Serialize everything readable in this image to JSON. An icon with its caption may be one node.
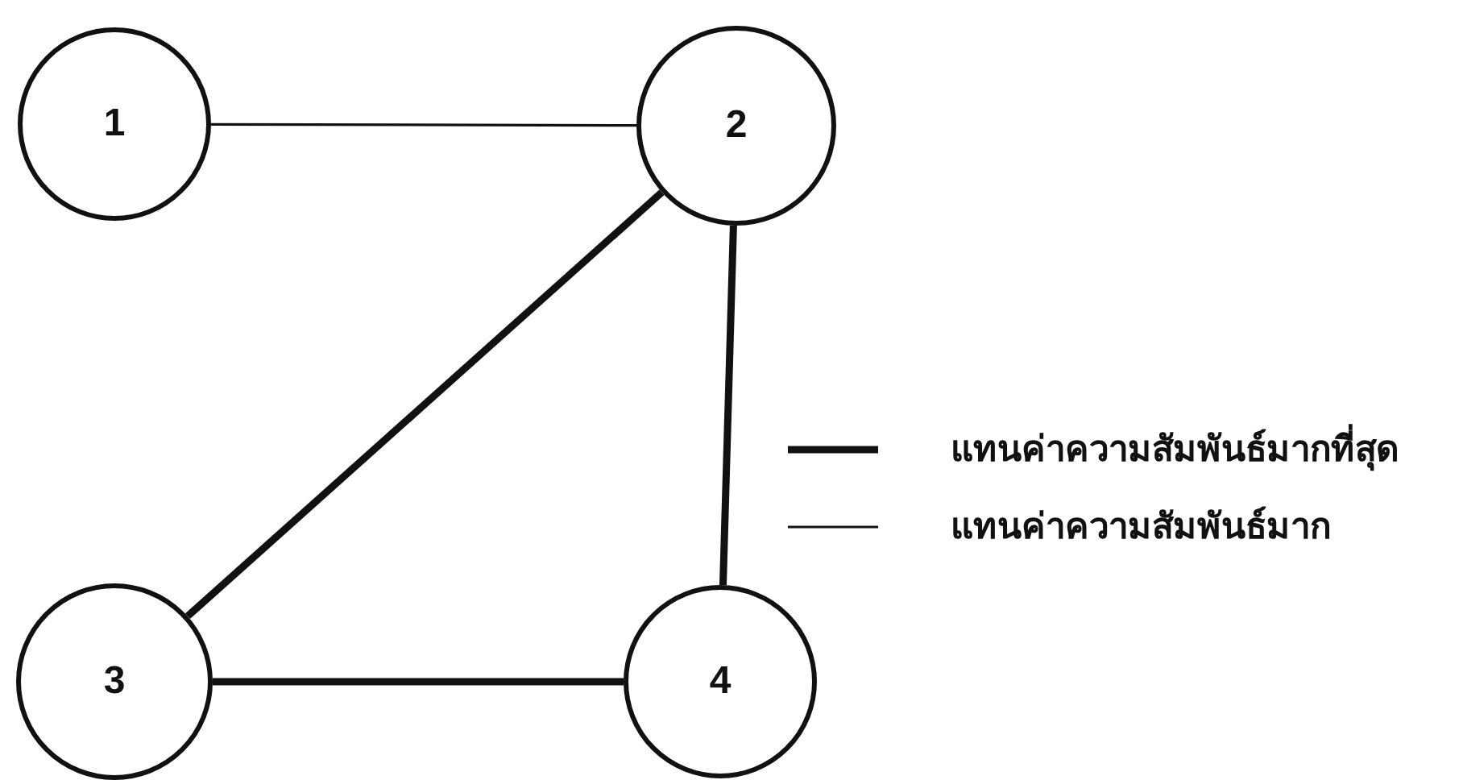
{
  "diagram": {
    "nodes": [
      {
        "text": [
          "1"
        ]
      },
      {
        "text": [
          "2"
        ]
      },
      {
        "text": [
          "3"
        ]
      },
      {
        "text": [
          "4"
        ]
      }
    ],
    "edges": [
      {
        "from": 0,
        "to": 1,
        "arrow": "none"
      },
      {
        "from": 1,
        "to": 2,
        "arrow": "none"
      },
      {
        "from": 1,
        "to": 3,
        "arrow": "none"
      },
      {
        "from": 2,
        "to": 3,
        "arrow": "none"
      }
    ],
    "legend": [
      {
        "text": "แทนค่าความสัมพันธ์มากที่สุด"
      },
      {
        "text": "แทนค่าความสัมพันธ์มาก"
      }
    ]
  }
}
